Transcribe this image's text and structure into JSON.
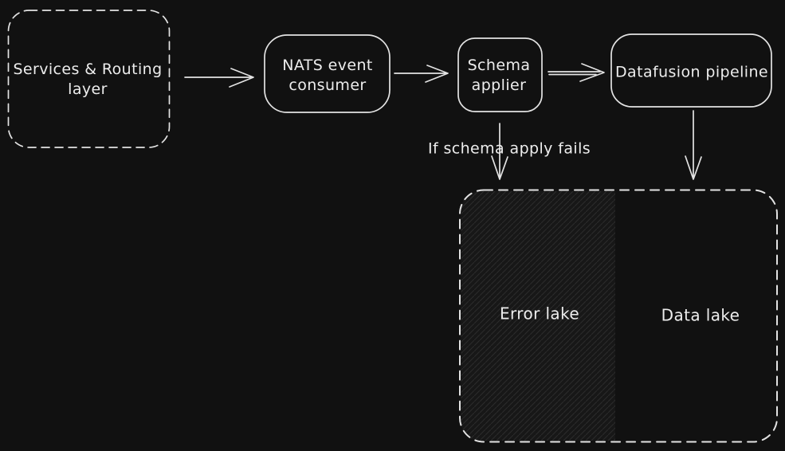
{
  "colors": {
    "background": "#111111",
    "stroke": "#e3e3e3",
    "text": "#ededed",
    "hatch_bg": "#171717",
    "hatch_line": "#2b2b2b"
  },
  "nodes": {
    "services": {
      "line1": "Services & Routing",
      "line2": "layer"
    },
    "nats": {
      "line1": "NATS event",
      "line2": "consumer"
    },
    "schema": {
      "line1": "Schema",
      "line2": "applier"
    },
    "datafusion": {
      "line1": "Datafusion pipeline"
    }
  },
  "annotations": {
    "fail_label": "If schema apply fails"
  },
  "lakes": {
    "error_label": "Error lake",
    "data_label": "Data lake"
  }
}
